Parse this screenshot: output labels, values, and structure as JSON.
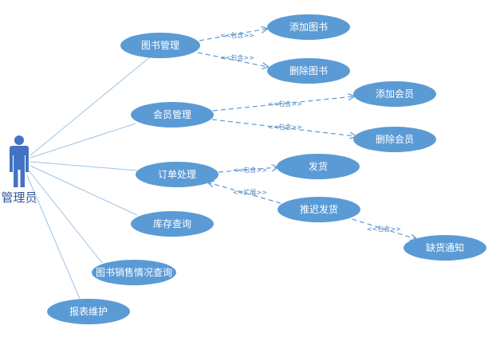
{
  "actor": {
    "label": "管理员"
  },
  "use_cases": {
    "book_mgmt": "图书管理",
    "add_book": "添加图书",
    "del_book": "删除图书",
    "member_mgmt": "会员管理",
    "add_member": "添加会员",
    "del_member": "删除会员",
    "order": "订单处理",
    "ship": "发货",
    "delay_ship": "推迟发货",
    "stock_notice": "缺货通知",
    "inventory": "库存查询",
    "sales_query": "图书销售情况查询",
    "report": "报表维护"
  },
  "relations": {
    "include": "<<包含>>",
    "extend": "<<扩展>>"
  },
  "colors": {
    "use_case_fill": "#5b9bd5",
    "association": "#9dc3e6",
    "dependency": "#5b9bd5",
    "actor": "#4472c4"
  }
}
